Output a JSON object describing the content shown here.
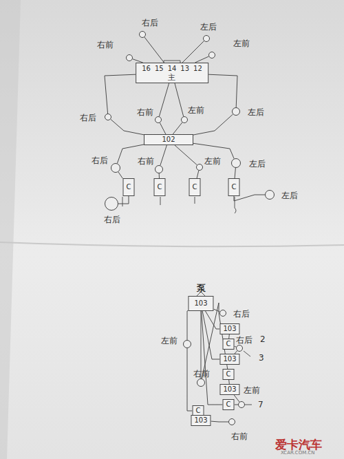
{
  "diagram": {
    "nodes": [
      {
        "text": [
          "16",
          "15",
          "14",
          "13",
          "12",
          "主"
        ]
      },
      {
        "text": [
          "右前"
        ]
      },
      {
        "text": [
          "右后"
        ]
      },
      {
        "text": [
          "左后"
        ]
      },
      {
        "text": [
          "左前"
        ]
      },
      {
        "text": [
          "右后"
        ]
      },
      {
        "text": [
          "右前"
        ]
      },
      {
        "text": [
          "左前"
        ]
      },
      {
        "text": [
          "左后"
        ]
      },
      {
        "text": [
          "102"
        ]
      },
      {
        "text": [
          "右后"
        ]
      },
      {
        "text": [
          "右前"
        ]
      },
      {
        "text": [
          "左前"
        ]
      },
      {
        "text": [
          "左后"
        ]
      },
      {
        "text": [
          "C"
        ]
      },
      {
        "text": [
          "C"
        ]
      },
      {
        "text": [
          "C"
        ]
      },
      {
        "text": [
          "C"
        ]
      },
      {
        "text": [
          "右后"
        ]
      },
      {
        "text": [
          "左后"
        ]
      },
      {
        "text": [
          "泵",
          "103"
        ]
      },
      {
        "text": [
          "右后"
        ]
      },
      {
        "text": [
          "左前"
        ]
      },
      {
        "text": [
          "103"
        ]
      },
      {
        "text": [
          "C"
        ]
      },
      {
        "text": [
          "右后"
        ]
      },
      {
        "text": [
          "103"
        ]
      },
      {
        "text": [
          "右前"
        ]
      },
      {
        "text": [
          "C"
        ]
      },
      {
        "text": [
          "103"
        ]
      },
      {
        "text": [
          "左前"
        ]
      },
      {
        "text": [
          "C"
        ]
      },
      {
        "text": [
          "C"
        ]
      },
      {
        "text": [
          "103"
        ]
      },
      {
        "text": [
          "右前"
        ]
      }
    ],
    "edges": [
      {
        "from": 0,
        "to": 1,
        "arrow": "none"
      },
      {
        "from": 0,
        "to": 2,
        "arrow": "none"
      },
      {
        "from": 0,
        "to": 3,
        "arrow": "none"
      },
      {
        "from": 0,
        "to": 4,
        "arrow": "none"
      },
      {
        "from": 0,
        "to": 5,
        "arrow": "none"
      },
      {
        "from": 0,
        "to": 6,
        "arrow": "none"
      },
      {
        "from": 0,
        "to": 7,
        "arrow": "none"
      },
      {
        "from": 0,
        "to": 8,
        "arrow": "none"
      },
      {
        "from": 5,
        "to": 9,
        "arrow": "none"
      },
      {
        "from": 6,
        "to": 9,
        "arrow": "none"
      },
      {
        "from": 7,
        "to": 9,
        "arrow": "none"
      },
      {
        "from": 8,
        "to": 9,
        "arrow": "none"
      },
      {
        "from": 9,
        "to": 10,
        "arrow": "none"
      },
      {
        "from": 9,
        "to": 11,
        "arrow": "none"
      },
      {
        "from": 9,
        "to": 12,
        "arrow": "none"
      },
      {
        "from": 9,
        "to": 13,
        "arrow": "none"
      },
      {
        "from": 10,
        "to": 14,
        "arrow": "none"
      },
      {
        "from": 11,
        "to": 15,
        "arrow": "none"
      },
      {
        "from": 12,
        "to": 16,
        "arrow": "none"
      },
      {
        "from": 13,
        "to": 17,
        "arrow": "none"
      },
      {
        "from": 14,
        "to": 18,
        "arrow": "none"
      },
      {
        "from": 17,
        "to": 19,
        "arrow": "none"
      },
      {
        "from": 20,
        "to": 21,
        "arrow": "none"
      },
      {
        "from": 20,
        "to": 22,
        "arrow": "none"
      },
      {
        "from": 20,
        "to": 23,
        "arrow": "none"
      },
      {
        "from": 23,
        "to": 24,
        "arrow": "none"
      },
      {
        "from": 24,
        "to": 25,
        "arrow": "none"
      },
      {
        "from": 20,
        "to": 26,
        "arrow": "none"
      },
      {
        "from": 26,
        "to": 25,
        "arrow": "none"
      },
      {
        "from": 20,
        "to": 27,
        "arrow": "none"
      },
      {
        "from": 27,
        "to": 28,
        "arrow": "none"
      },
      {
        "from": 28,
        "to": 29,
        "arrow": "none"
      },
      {
        "from": 29,
        "to": 30,
        "arrow": "none"
      },
      {
        "from": 20,
        "to": 31,
        "arrow": "none"
      },
      {
        "from": 31,
        "to": 30,
        "arrow": "none"
      },
      {
        "from": 22,
        "to": 32,
        "arrow": "none"
      },
      {
        "from": 32,
        "to": 33,
        "arrow": "none"
      },
      {
        "from": 33,
        "to": 34,
        "arrow": "none"
      }
    ],
    "labels": [
      "2",
      "3",
      "7",
      "爱卡汽车",
      "XCAR.COM.CN"
    ]
  }
}
